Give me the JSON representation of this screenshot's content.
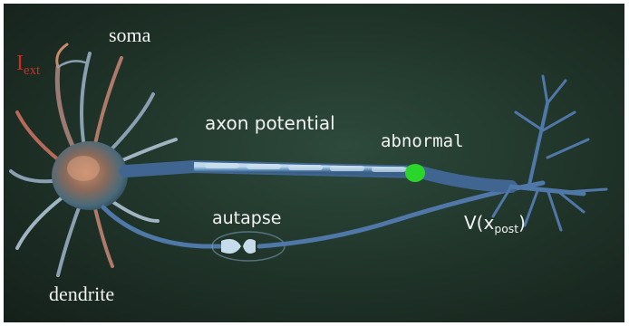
{
  "labels": {
    "soma": "soma",
    "i_ext_main": "I",
    "i_ext_sub": "ext",
    "axon_potential": "axon potential",
    "abnormal": "abnormal",
    "autapse": "autapse",
    "v_post_prefix": "V(x",
    "v_post_sub": "post",
    "v_post_suffix": ")",
    "dendrite": "dendrite"
  },
  "colors": {
    "label_text": "#f2f2f2",
    "i_ext": "#d42a1e",
    "abnormal_dot": "#2bd62b",
    "axon_blue": "#5f8fc4",
    "background": "#1f3228"
  }
}
